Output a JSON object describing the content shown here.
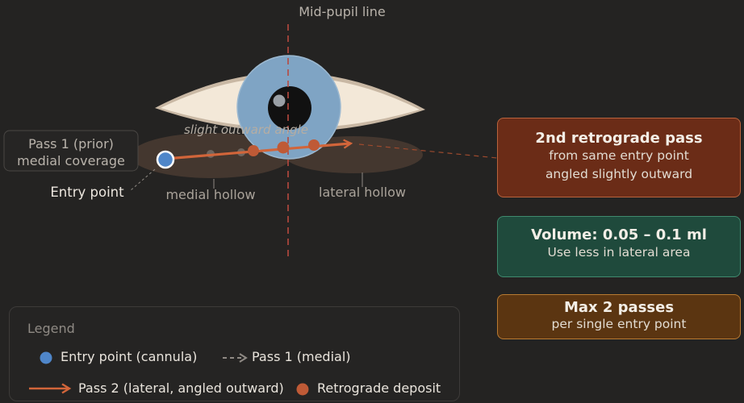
{
  "colors": {
    "background": "#242322",
    "eye_white": "#f3e8d8",
    "iris": "#7fa4c4",
    "pupil": "#111111",
    "pass2": "#d2653a",
    "deposit": "#bf5a36",
    "entry_point": "#4f86c9",
    "midline": "#b8493f",
    "hollow": "#4a3b31"
  },
  "labels": {
    "midline": "Mid-pupil line",
    "angle": "slight outward angle",
    "pass1_line1": "Pass 1 (prior)",
    "pass1_line2": "medial coverage",
    "entry_point": "Entry point",
    "medial_hollow": "medial hollow",
    "lateral_hollow": "lateral hollow"
  },
  "info_boxes": {
    "retrograde": {
      "title": "2nd retrograde pass",
      "line1": "from same entry point",
      "line2": "angled slightly outward"
    },
    "volume": {
      "title": "Volume: 0.05 – 0.1 ml",
      "line1": "Use less in lateral area"
    },
    "max": {
      "title": "Max 2 passes",
      "line1": "per single entry point"
    }
  },
  "legend": {
    "title": "Legend",
    "entry": "Entry point (cannula)",
    "pass1": "Pass 1 (medial)",
    "pass2": "Pass 2 (lateral, angled outward)",
    "deposit": "Retrograde deposit"
  },
  "icons": {
    "entry": "circle-dot-icon",
    "pass1": "dashed-arrow-icon",
    "pass2": "solid-arrow-icon",
    "deposit": "dot-icon"
  }
}
